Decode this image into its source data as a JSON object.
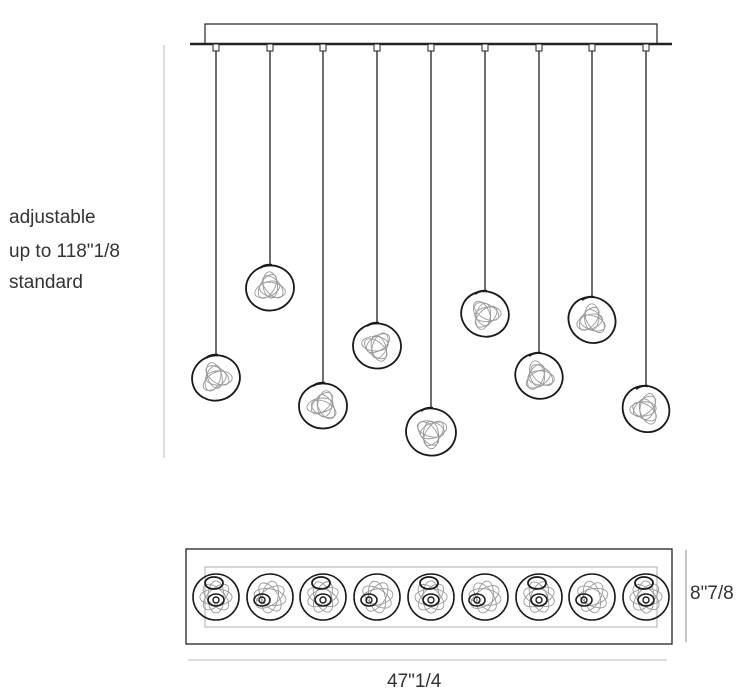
{
  "height_label": {
    "line1": "adjustable",
    "line2": "up to 118\"1/8",
    "line3": "standard"
  },
  "depth_label": "8\"7/8",
  "width_label": "47\"1/4",
  "colors": {
    "line": "#222222",
    "dimension_line": "#bbbbbb",
    "inner_wire": "#999999",
    "glass_outline": "#1a1a1a"
  },
  "pendant_count": 9
}
